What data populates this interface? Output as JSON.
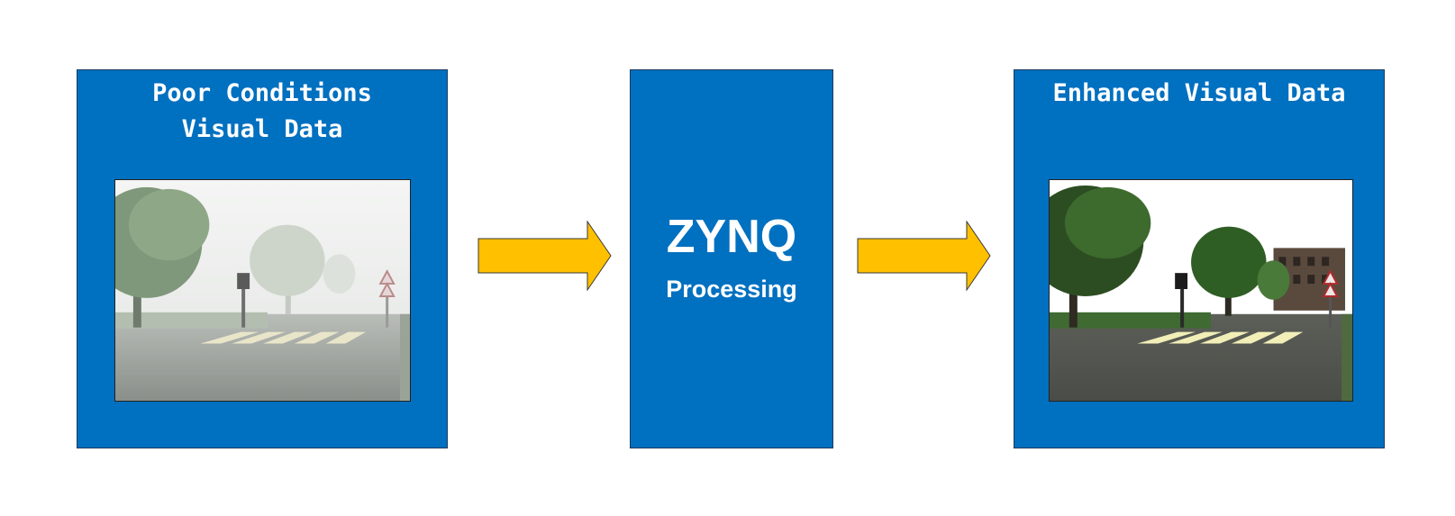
{
  "input_block": {
    "title_line1": "Poor Conditions",
    "title_line2": "Visual Data",
    "image": "foggy-street-scene"
  },
  "processor_block": {
    "title": "ZYNQ",
    "subtitle": "Processing"
  },
  "output_block": {
    "title": "Enhanced Visual Data",
    "image": "enhanced-street-scene"
  },
  "arrows": [
    "input-to-processor-arrow",
    "processor-to-output-arrow"
  ],
  "colors": {
    "block_fill": "#0070c0",
    "arrow_fill": "#ffc000",
    "text": "#ffffff",
    "background": "#ffffff"
  }
}
